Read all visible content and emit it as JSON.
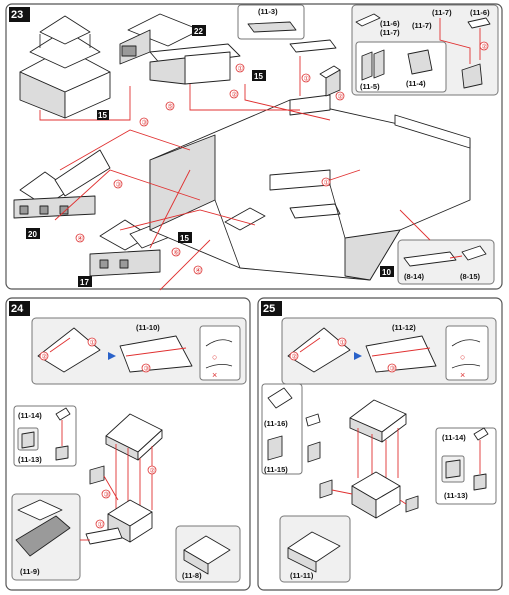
{
  "steps": {
    "s23": "23",
    "s24": "24",
    "s25": "25"
  },
  "labels": {
    "l15a": "15",
    "l15b": "15",
    "l15c": "15",
    "l22": "22",
    "l20": "20",
    "l17": "17",
    "l10": "10"
  },
  "parts": {
    "p11_3": "(11-3)",
    "p11_6a": "(11-6)",
    "p11_7a": "(11-7)",
    "p11_7b": "(11-7)",
    "p11_7c": "(11-7)",
    "p11_6b": "(11-6)",
    "p11_5": "(11-5)",
    "p11_4": "(11-4)",
    "p8_14": "(8-14)",
    "p8_15": "(8-15)",
    "p11_10": "(11-10)",
    "p11_14a": "(11-14)",
    "p11_13a": "(11-13)",
    "p11_9": "(11-9)",
    "p11_8": "(11-8)",
    "p11_12": "(11-12)",
    "p11_16": "(11-16)",
    "p11_15": "(11-15)",
    "p11_14b": "(11-14)",
    "p11_13b": "(11-13)",
    "p11_11": "(11-11)"
  },
  "nums": {
    "n1": "①",
    "n2": "②",
    "n3": "③",
    "n4": "④",
    "n5": "⑤",
    "n6": "⑥"
  },
  "marks": {
    "ok": "○",
    "ng": "×"
  }
}
